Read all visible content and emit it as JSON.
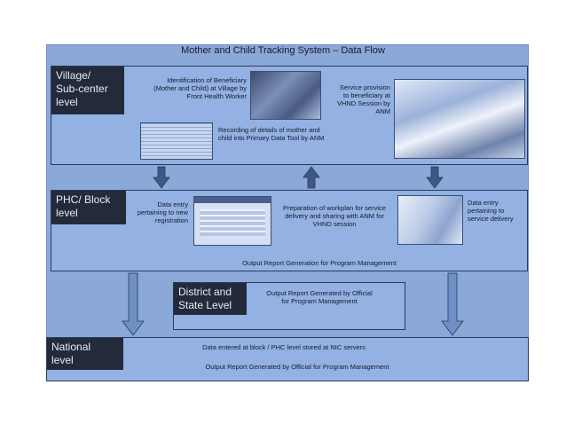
{
  "title": "Mother and Child Tracking System – Data Flow",
  "village": {
    "label_line1": "Village/",
    "label_line2": "Sub-center",
    "label_line3": "level",
    "identification": "Identification of Beneficiary (Mother and Child) at Village by Front Health Worker",
    "recording": "Recording of details of mother and child into Primary Data Tool by ANM",
    "service": "Service provision to beneficiary at VHND Session by ANM"
  },
  "phc": {
    "label_line1": "PHC/ Block",
    "label_line2": "level",
    "entry_new": "Data entry pertaining to new registration",
    "workplan": "Preparation of workplan for service delivery and sharing with ANM for VHND session",
    "entry_service": "Data entry pertaining to service delivery",
    "output": "Output Report Generation for Program Management"
  },
  "district": {
    "label_line1": "District and",
    "label_line2": "State Level",
    "output": "Output Report Generated by Official for Program Management"
  },
  "national": {
    "label_line1": "National",
    "label_line2": "level",
    "stored": "Data entered at block / PHC level stored at NIC servers",
    "output": "Output Report Generated by Official for Program Management"
  }
}
